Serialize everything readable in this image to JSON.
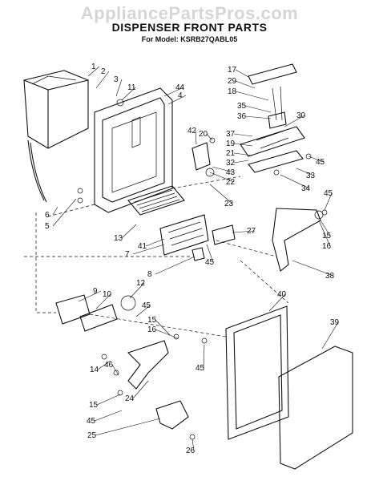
{
  "watermark": "AppliancePartsPros.com",
  "title": "DISPENSER FRONT PARTS",
  "subtitle": "For Model: KSRB27QABL05",
  "callouts": [
    "1",
    "2",
    "3",
    "11",
    "44",
    "4",
    "17",
    "29",
    "18",
    "35",
    "36",
    "30",
    "42",
    "20",
    "37",
    "19",
    "21",
    "32",
    "43",
    "22",
    "45",
    "33",
    "34",
    "6",
    "5",
    "23",
    "45",
    "13",
    "41",
    "27",
    "15",
    "7",
    "45",
    "16",
    "8",
    "38",
    "9",
    "12",
    "10",
    "45",
    "15",
    "16",
    "40",
    "39",
    "14",
    "46",
    "45",
    "15",
    "24",
    "45",
    "25",
    "26"
  ]
}
